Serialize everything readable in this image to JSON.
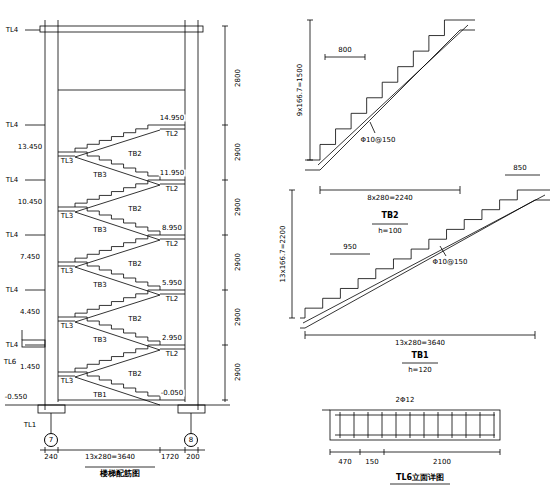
{
  "diagram": {
    "nodes": [
      {
        "text": [
          "7"
        ]
      },
      {
        "text": [
          "8"
        ]
      }
    ],
    "labels": [
      "TL4",
      "TL4",
      "TL4",
      "TL4",
      "TL4",
      "TL4",
      "TL6",
      "-0.550",
      "TL1",
      "1.450",
      "4.450",
      "7.450",
      "10.450",
      "13.450",
      "-0.050",
      "2.950",
      "5.950",
      "8.950",
      "11.950",
      "14.950",
      "TL2",
      "TL2",
      "TL2",
      "TL2",
      "TL2",
      "TL3",
      "TL3",
      "TL3",
      "TL3",
      "TL3",
      "TB1",
      "TB3",
      "TB3",
      "TB3",
      "TB3",
      "TB2",
      "TB2",
      "TB2",
      "TB2",
      "TB2",
      "240",
      "13x280=3640",
      "1720",
      "200",
      "楼梯配筋图",
      "2800",
      "2900",
      "2900",
      "2900",
      "2900",
      "2900",
      "800",
      "Φ10@150",
      "9x166.7=1500",
      "8x280=2240",
      "TB2",
      "h=100",
      "850",
      "950",
      "Φ10@150",
      "13x166.7=2200",
      "13x280=3640",
      "TB1",
      "h=120",
      "2Φ12",
      "470",
      "150",
      "2100",
      "TL6立面详图"
    ]
  }
}
